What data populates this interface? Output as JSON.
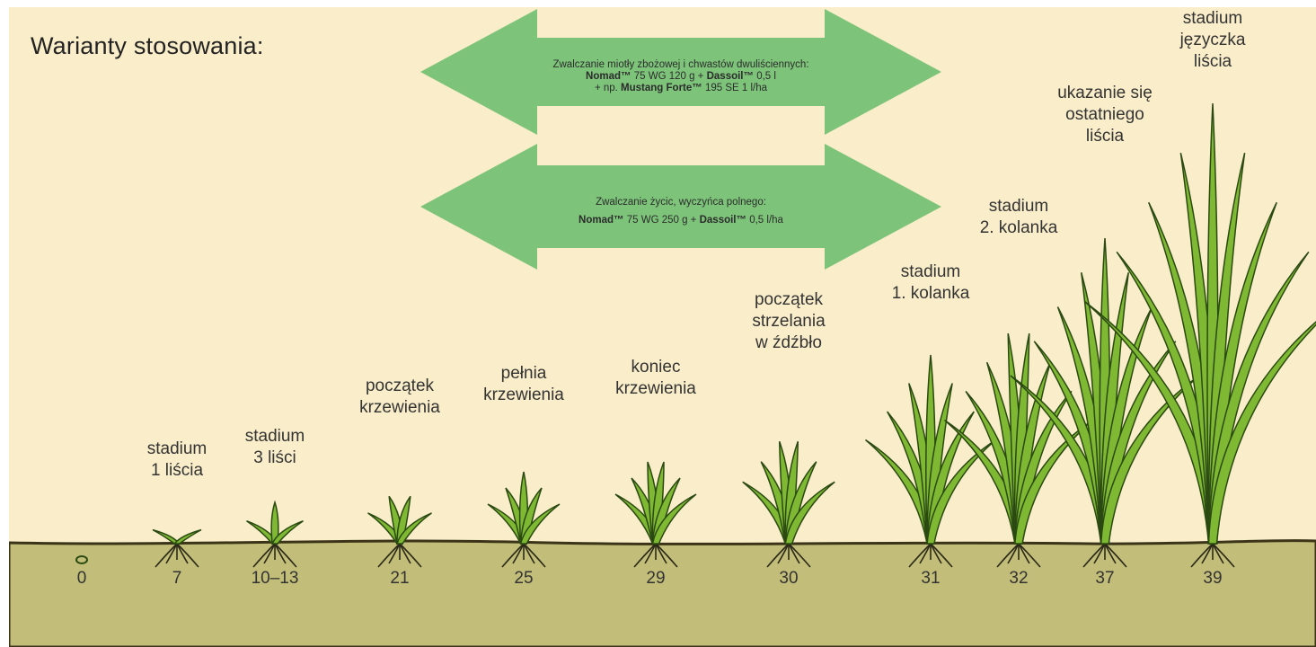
{
  "title": "Warianty stosowania:",
  "arrows": [
    {
      "line1": "Zwalczanie miotły zbożowej i chwastów dwuliściennych:",
      "line2_b1": "Nomad™",
      "line2_t1": " 75 WG 120 g + ",
      "line2_b2": "Dassoil™",
      "line2_t2": " 0,5 l",
      "line3_t1": "+ np. ",
      "line3_b1": "Mustang Forte™",
      "line3_t2": " 195 SE 1 l/ha"
    },
    {
      "line1": "Zwalczanie życic, wyczyńca polnego:",
      "line2_b1": "Nomad™",
      "line2_t1": " 75 WG 250 g + ",
      "line2_b2": "Dassoil™",
      "line2_t2": " 0,5 l/ha"
    }
  ],
  "stages": [
    {
      "code": "0",
      "label": []
    },
    {
      "code": "7",
      "label": [
        "stadium",
        "1 liścia"
      ]
    },
    {
      "code": "10–13",
      "label": [
        "stadium",
        "3 liści"
      ]
    },
    {
      "code": "21",
      "label": [
        "początek",
        "krzewienia"
      ]
    },
    {
      "code": "25",
      "label": [
        "pełnia",
        "krzewienia"
      ]
    },
    {
      "code": "29",
      "label": [
        "koniec",
        "krzewienia"
      ]
    },
    {
      "code": "30",
      "label": [
        "początek",
        "strzelania",
        "w źdźbło"
      ]
    },
    {
      "code": "31",
      "label": [
        "stadium",
        "1. kolanka"
      ]
    },
    {
      "code": "32",
      "label": [
        "stadium",
        "2. kolanka"
      ]
    },
    {
      "code": "37",
      "label": [
        "ukazanie się",
        "ostatniego",
        "liścia"
      ]
    },
    {
      "code": "39",
      "label": [
        "stadium",
        "języczka",
        "liścia"
      ]
    }
  ],
  "colors": {
    "background": "#faedc9",
    "soil": "#c2bd78",
    "arrow": "#7dc47a",
    "plant": "#7fb832",
    "plant_outline": "#2a4a12"
  }
}
